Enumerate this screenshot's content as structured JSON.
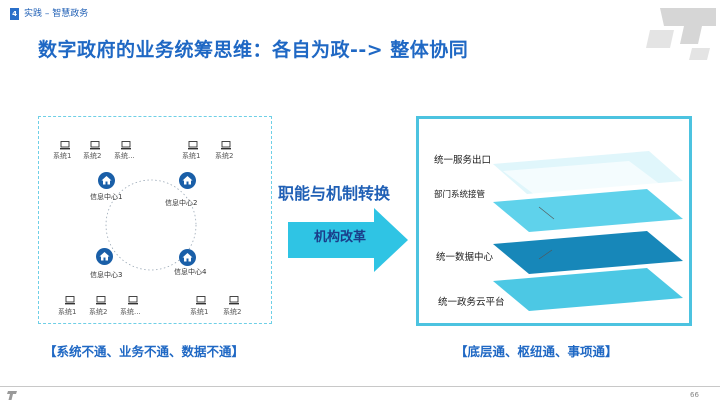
{
  "header": {
    "section_number": "4",
    "section_label": "实践 – 智慧政务",
    "title": "数字政府的业务统筹思维：各自为政--> 整体协同"
  },
  "left_panel": {
    "top_left_systems": [
      "系统1",
      "系统2",
      "系统..."
    ],
    "top_right_systems": [
      "系统1",
      "系统2"
    ],
    "bottom_left_systems": [
      "系统1",
      "系统2",
      "系统..."
    ],
    "bottom_right_systems": [
      "系统1",
      "系统2"
    ],
    "nodes": [
      "信息中心1",
      "信息中心2",
      "信息中心3",
      "信息中心4"
    ]
  },
  "middle": {
    "transform_label": "职能与机制转换",
    "arrow_label": "机构改革"
  },
  "right_panel": {
    "layers": [
      "统一服务出口",
      "部门系统接管",
      "统一数据中心",
      "统一政务云平台"
    ]
  },
  "captions": {
    "left": "【系统不通、业务不通、数据不通】",
    "right": "【底层通、枢纽通、事项通】"
  },
  "footer": {
    "page_number": "66"
  },
  "colors": {
    "brand_blue": "#1f68c4",
    "frame_cyan": "#4cc3e0",
    "layer_light": "#b6ecf6",
    "layer_mid": "#5ad0ea",
    "layer_dark": "#1786b8",
    "arrow": "#2fc4e4"
  },
  "icons": {
    "pc": "computer-icon",
    "node": "home-icon"
  }
}
